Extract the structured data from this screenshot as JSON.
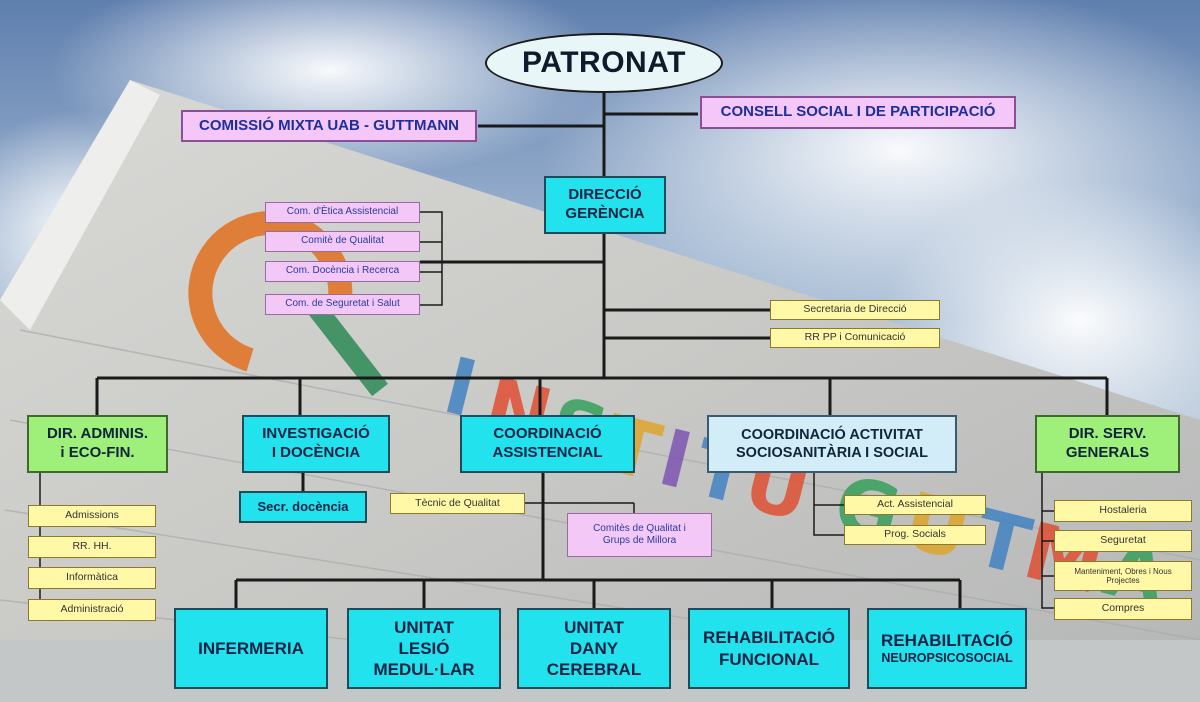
{
  "chart": {
    "root": "PATRONAT",
    "commissio_mixta": "COMISSIÓ MIXTA UAB - GUTTMANN",
    "consell_social": "CONSELL SOCIAL I DE PARTICIPACIÓ",
    "direccio": [
      "DIRECCIÓ",
      "GERÈNCIA"
    ],
    "committees": [
      "Com. d'Ètica Assistencial",
      "Comitè de Qualitat",
      "Com. Docència i Recerca",
      "Com. de Seguretat i Salut"
    ],
    "staff_units": [
      "Secretaria de Direcció",
      "RR PP i Comunicació"
    ],
    "departments": {
      "admin": [
        "DIR. ADMINIS.",
        "i ECO-FIN."
      ],
      "investigacio": [
        "INVESTIGACIÓ",
        "I DOCÈNCIA"
      ],
      "coordinacio": [
        "COORDINACIÓ",
        "ASSISTENCIAL"
      ],
      "sociosanitaria": [
        "COORDINACIÓ ACTIVITAT",
        "SOCIOSANITÀRIA I SOCIAL"
      ],
      "serveis": [
        "DIR. SERV.",
        "GENERALS"
      ]
    },
    "admin_items": [
      "Admissions",
      "RR. HH.",
      "Informàtica",
      "Administració"
    ],
    "secr_docencia": "Secr. docència",
    "tecnic_qualitat": "Tècnic de Qualitat",
    "comites_qualitat": [
      "Comitès de Qualitat i",
      "Grups de Millora"
    ],
    "socio_items": [
      "Act. Assistencial",
      "Prog. Socials"
    ],
    "serveis_items": [
      "Hostaleria",
      "Seguretat",
      "Manteniment, Obres i Nous Projectes",
      "Compres"
    ],
    "units": {
      "infermeria": "INFERMERIA",
      "lesio": [
        "UNITAT",
        "LESIÓ",
        "MEDUL·LAR"
      ],
      "dany": [
        "UNITAT",
        "DANY",
        "CEREBRAL"
      ],
      "funcional": [
        "REHABILITACIÓ",
        "FUNCIONAL"
      ],
      "neuro": [
        "REHABILITACIÓ",
        "NEUROPSICOSOCIAL"
      ]
    },
    "background_logo_text": "INSTITUT GUTTMANN"
  }
}
